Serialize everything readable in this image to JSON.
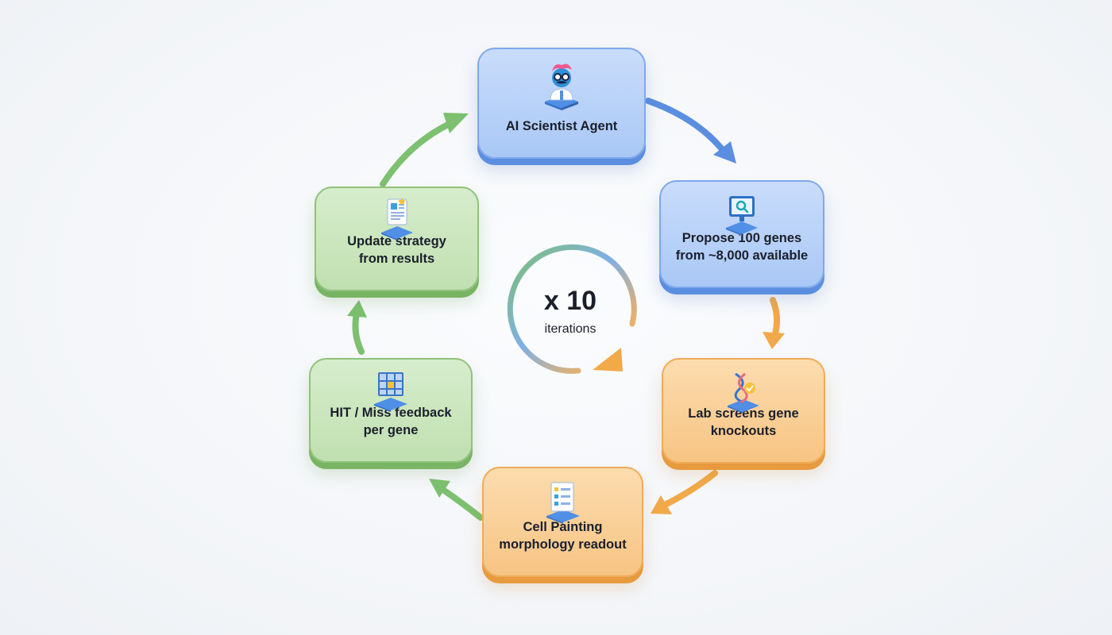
{
  "nodes": {
    "agent": {
      "label": "AI Scientist Agent",
      "icon": "scientist-icon"
    },
    "propose": {
      "label": "Propose 100 genes\nfrom ~8,000 available",
      "icon": "monitor-search-icon"
    },
    "lab": {
      "label": "Lab screens gene\nknockouts",
      "icon": "dna-icon"
    },
    "cell": {
      "label": "Cell Painting\nmorphology readout",
      "icon": "checklist-icon"
    },
    "hit": {
      "label": "HIT / Miss feedback\nper gene",
      "icon": "grid-icon"
    },
    "update": {
      "label": "Update strategy\nfrom results",
      "icon": "document-icon"
    }
  },
  "center": {
    "count": "x 10",
    "sub": "iterations"
  },
  "colors": {
    "blue": "#5b8ee0",
    "orange": "#f0ab58",
    "green": "#78b463"
  }
}
